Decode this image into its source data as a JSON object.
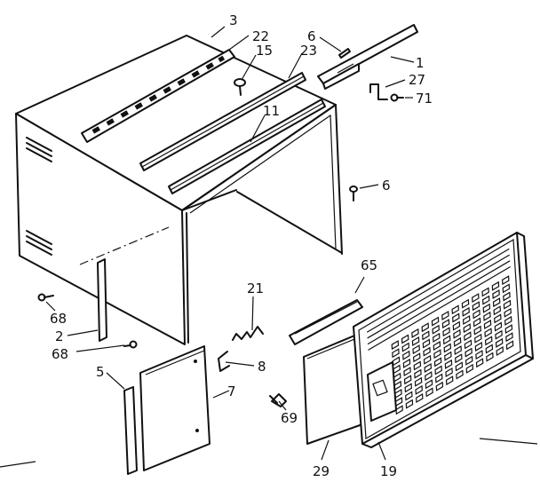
{
  "colors": {
    "ink": "#111111",
    "paper": "#ffffff"
  },
  "callouts": {
    "c3": "3",
    "c22": "22",
    "c15": "15",
    "c23": "23",
    "c6a": "6",
    "c1": "1",
    "c27": "27",
    "c71": "71",
    "c11": "11",
    "c6b": "6",
    "c65": "65",
    "c21": "21",
    "c68a": "68",
    "c2": "2",
    "c68b": "68",
    "c5": "5",
    "c8": "8",
    "c7": "7",
    "c69": "69",
    "c29": "29",
    "c19": "19"
  }
}
